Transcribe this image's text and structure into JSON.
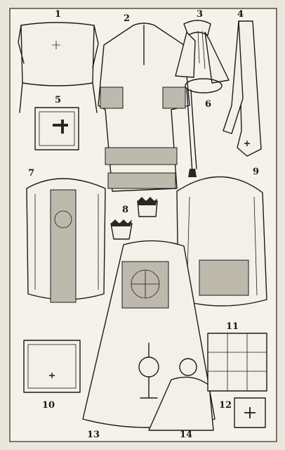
{
  "figure_numbers": [
    "1",
    "2",
    "3",
    "4",
    "5",
    "6",
    "7",
    "8",
    "9",
    "10",
    "11",
    "12",
    "13",
    "14"
  ],
  "colors": {
    "paper": "#e9e6dc",
    "ink": "#1c1b18",
    "band": "#bdb9ad"
  },
  "figures": [
    {
      "number": "1",
      "icon": "amice-icon"
    },
    {
      "number": "2",
      "icon": "alb-icon"
    },
    {
      "number": "3",
      "icon": "maniple-icon"
    },
    {
      "number": "4",
      "icon": "stole-icon"
    },
    {
      "number": "5",
      "icon": "burse-icon"
    },
    {
      "number": "6",
      "icon": "cincture-icon"
    },
    {
      "number": "7",
      "icon": "chasuble-roman-icon"
    },
    {
      "number": "8",
      "icon": "biretta-icon"
    },
    {
      "number": "9",
      "icon": "chasuble-gothic-icon"
    },
    {
      "number": "10",
      "icon": "corporal-icon"
    },
    {
      "number": "11",
      "icon": "pall-icon"
    },
    {
      "number": "12",
      "icon": "pall-small-icon"
    },
    {
      "number": "13",
      "icon": "cope-icon"
    },
    {
      "number": "14",
      "icon": "priest-monstrance-icon"
    }
  ]
}
